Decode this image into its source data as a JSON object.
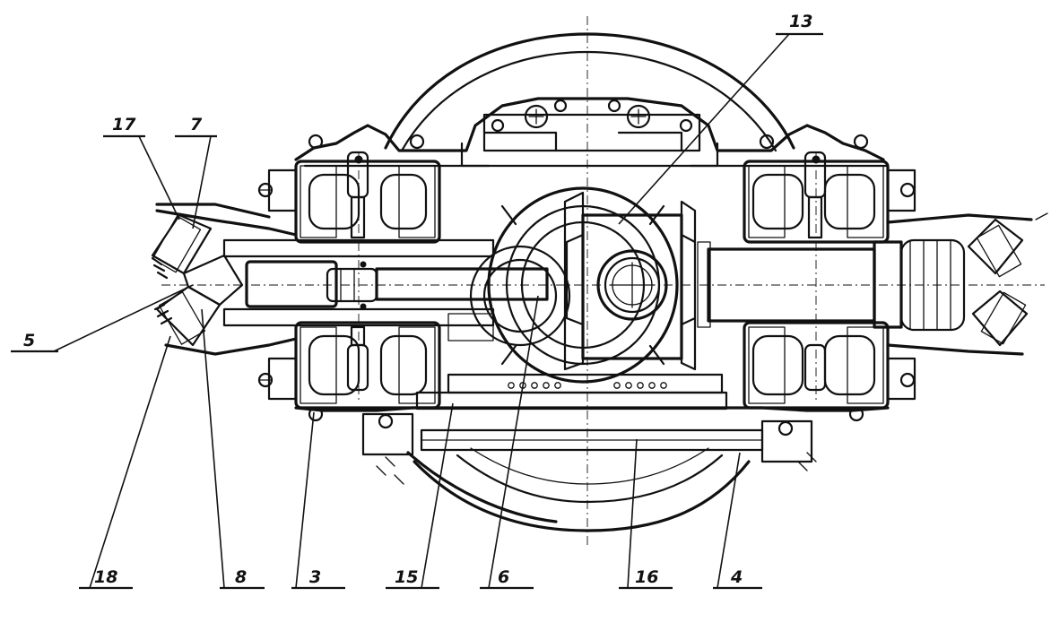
{
  "callouts": [
    {
      "id": "c13",
      "label": "13"
    },
    {
      "id": "c17",
      "label": "17"
    },
    {
      "id": "c7",
      "label": "7"
    },
    {
      "id": "c5",
      "label": "5"
    },
    {
      "id": "c18",
      "label": "18"
    },
    {
      "id": "c8",
      "label": "8"
    },
    {
      "id": "c3",
      "label": "3"
    },
    {
      "id": "c15",
      "label": "15"
    },
    {
      "id": "c6",
      "label": "6"
    },
    {
      "id": "c16",
      "label": "16"
    },
    {
      "id": "c4",
      "label": "4"
    }
  ],
  "colors": {
    "ink": "#111111",
    "paper": "#ffffff"
  }
}
